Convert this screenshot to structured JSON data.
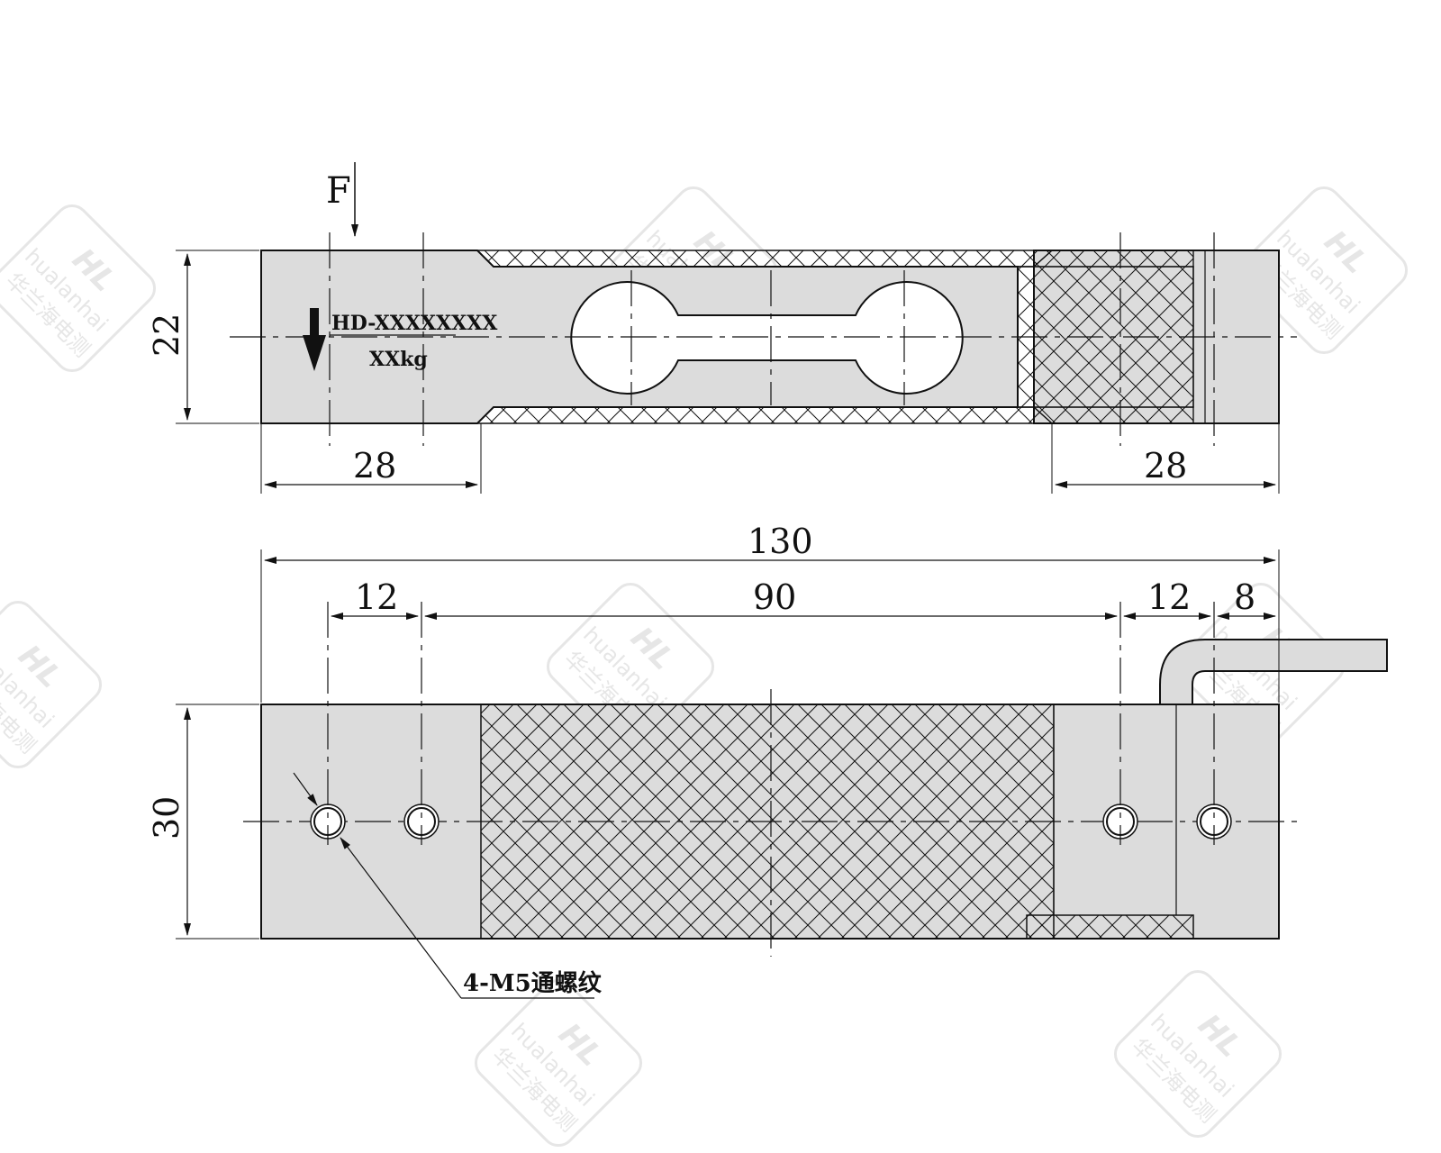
{
  "watermark": {
    "brand_en": "hualanhai",
    "brand_cn": "华兰海电测",
    "logo": "HL"
  },
  "top_view": {
    "model_label": "HD-XXXXXXXX",
    "capacity_label": "XXkg",
    "force_label": "F",
    "dim_height": "22",
    "dim_left_end": "28",
    "dim_right_end": "28"
  },
  "bottom_view": {
    "dim_total_length": "130",
    "dim_hole_spacing_left": "12",
    "dim_center_spacing": "90",
    "dim_hole_spacing_right": "12",
    "dim_edge_offset": "8",
    "dim_width": "30",
    "thread_note": "4-M5通螺纹"
  },
  "colors": {
    "body": "#dcdcdc",
    "line": "#111111",
    "watermark": "#e6e6e6"
  }
}
